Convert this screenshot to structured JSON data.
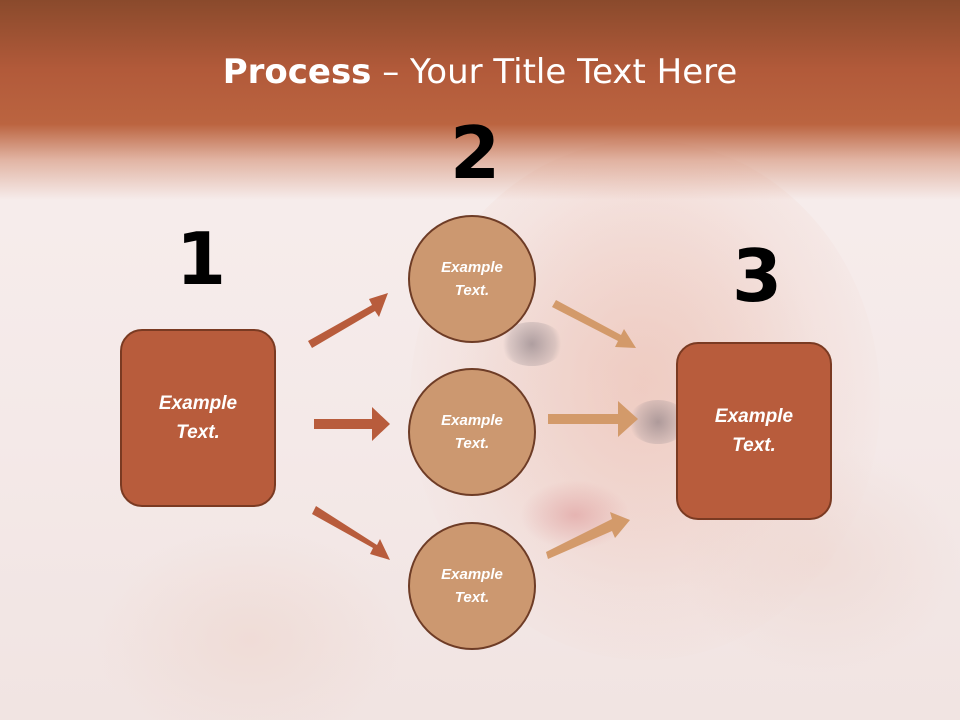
{
  "slide": {
    "title_bold": "Process",
    "title_rest": " – Your Title Text Here"
  },
  "steps": [
    {
      "number": "1",
      "text": "Example Text."
    },
    {
      "number": "2",
      "items": [
        {
          "text": "Example Text."
        },
        {
          "text": "Example Text."
        },
        {
          "text": "Example Text."
        }
      ]
    },
    {
      "number": "3",
      "text": "Example Text."
    }
  ],
  "colors": {
    "header": "#b85c3c",
    "box_fill": "#b85c3c",
    "circle_fill": "#cc9870",
    "arrow_left": "#b85c3c",
    "arrow_right": "#d39a6a"
  }
}
